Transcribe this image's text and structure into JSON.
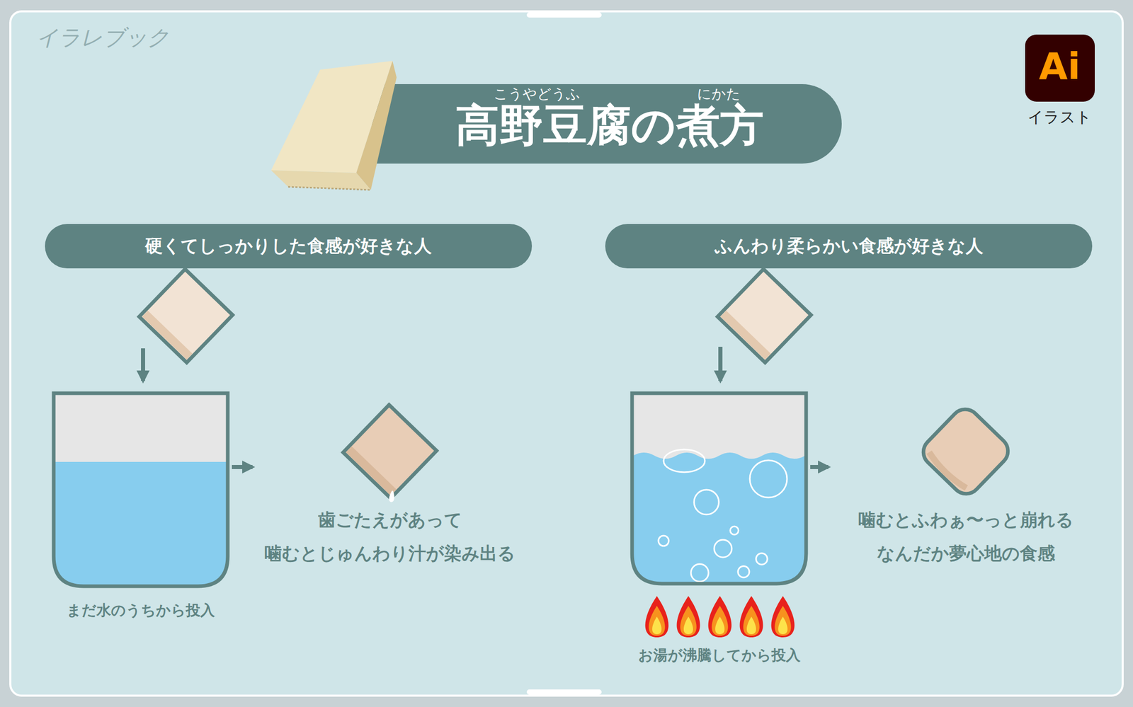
{
  "diagram": {
    "title": "高野豆腐の煮方",
    "nodes": [
      {
        "text": [
          "硬くてしっかりした食感が好きな人"
        ]
      },
      {
        "text": [
          "まだ水のうちから投入"
        ]
      },
      {
        "text": [
          "歯ごたえがあって 噛むとじゅんわり汁が染み出る"
        ]
      },
      {
        "text": [
          "ふんわり柔らかい食感が好きな人"
        ]
      },
      {
        "text": [
          "お湯が沸騰してから投入"
        ]
      },
      {
        "text": [
          "噛むとふわぁ〜っと崩れる なんだか夢心地の食感"
        ]
      }
    ],
    "edges": [
      {
        "from": 1,
        "to": 2,
        "arrow": "to"
      },
      {
        "from": 4,
        "to": 5,
        "arrow": "to"
      }
    ],
    "labels": [
      "イラレブック",
      "こうやどうふ",
      "にかた",
      "Ai",
      "イラスト"
    ]
  }
}
